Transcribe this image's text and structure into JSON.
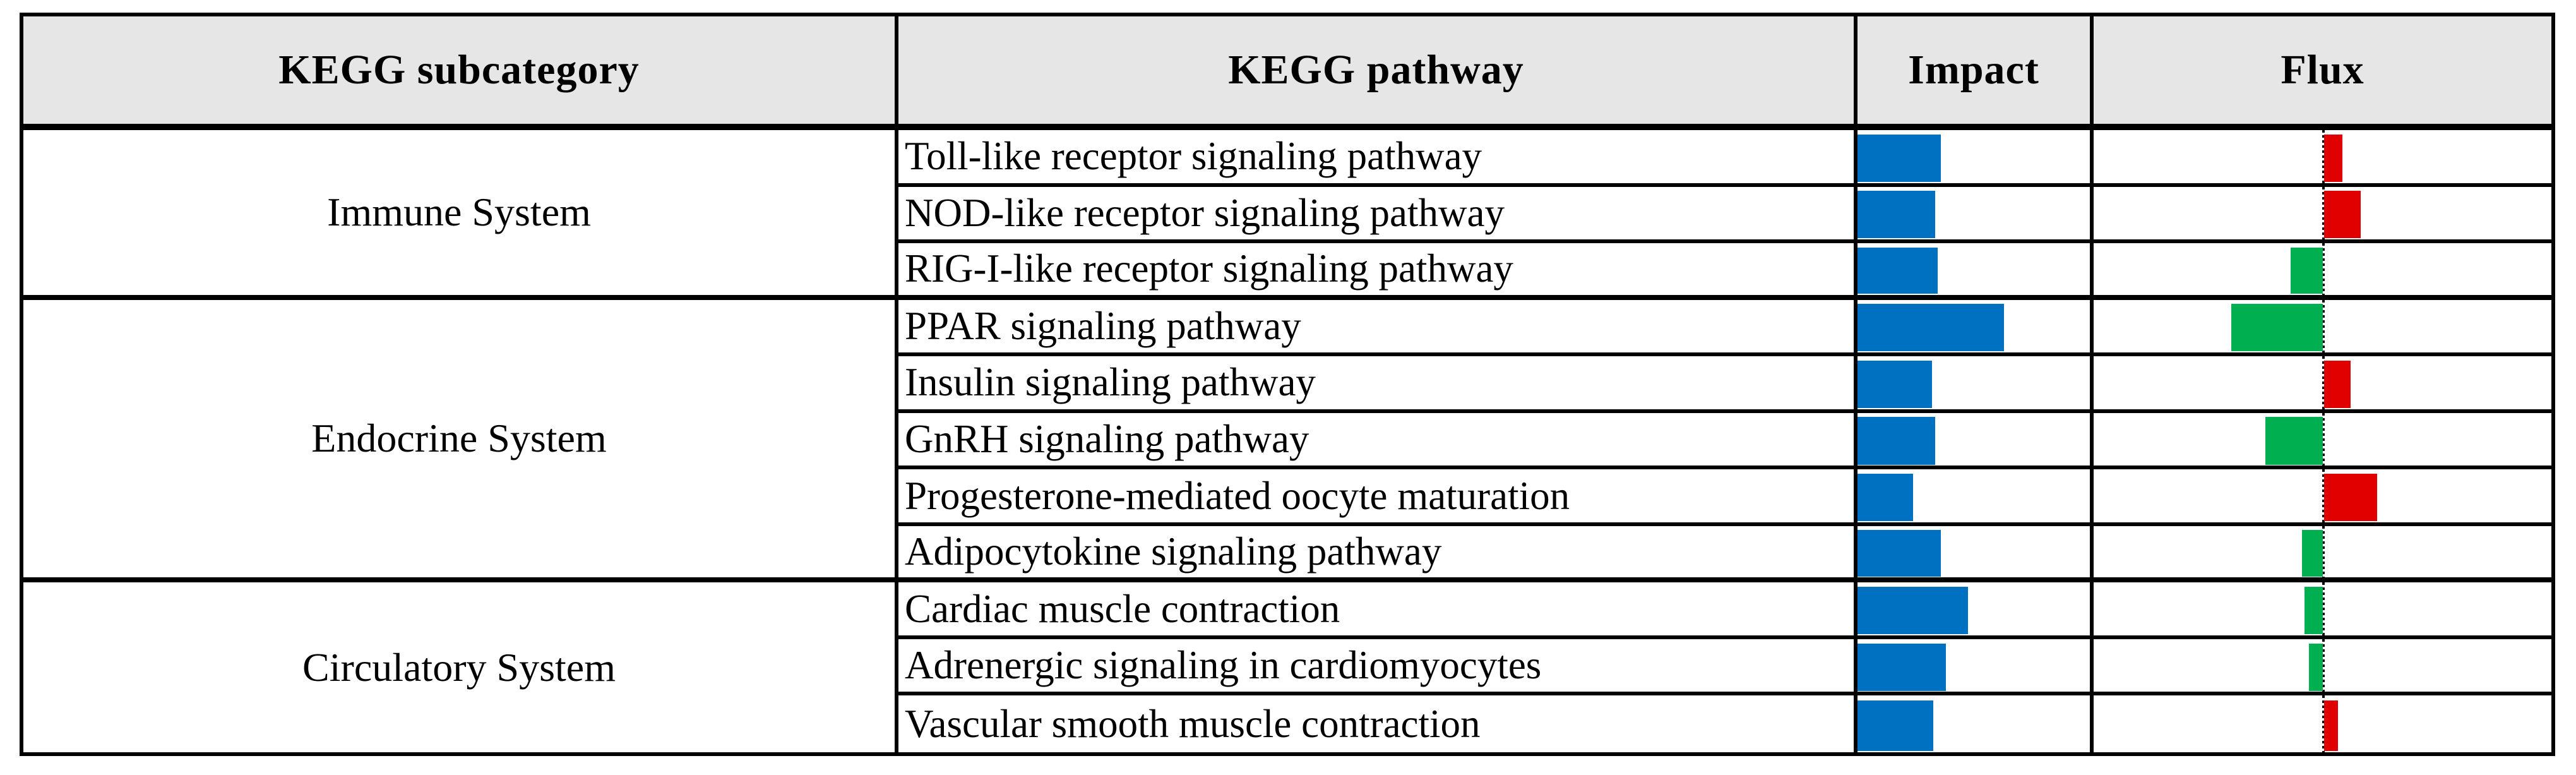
{
  "colors": {
    "impact_bar": "#0070C0",
    "flux_increase_bar": "#E00000",
    "flux_decrease_bar": "#00B050",
    "header_bg": "#E6E6E6",
    "border": "#000000"
  },
  "chart_data": {
    "type": "table",
    "title": "KEGG pathway impact and flux table",
    "columns": [
      "KEGG subcategory",
      "KEGG pathway",
      "Impact",
      "Flux"
    ],
    "legend_position": "none",
    "grid": "table borders, black",
    "flux_axis_note": "dotted zero line centered in Flux column; green bars extend left (decrease), red bars extend right (increase)",
    "impact_axis_note": "blue bars grow rightward from left edge of Impact column; values are % of column width",
    "groups": [
      {
        "label": "Immune System",
        "row_indices": [
          0,
          1,
          2
        ]
      },
      {
        "label": "Endocrine System",
        "row_indices": [
          3,
          4,
          5,
          6,
          7
        ]
      },
      {
        "label": "Circulatory System",
        "row_indices": [
          8,
          9,
          10
        ]
      }
    ],
    "rows": [
      {
        "subcategory": "Immune System",
        "pathway": "Toll-like receptor signaling pathway",
        "impact_pct": 36,
        "flux_pct": 8,
        "flux_direction": "increase"
      },
      {
        "subcategory": "Immune System",
        "pathway": "NOD-like receptor signaling pathway",
        "impact_pct": 33.5,
        "flux_pct": 16,
        "flux_direction": "increase"
      },
      {
        "subcategory": "Immune System",
        "pathway": "RIG-I-like receptor signaling pathway",
        "impact_pct": 34.5,
        "flux_pct": -14,
        "flux_direction": "decrease"
      },
      {
        "subcategory": "Endocrine System",
        "pathway": "PPAR signaling pathway",
        "impact_pct": 63,
        "flux_pct": -40,
        "flux_direction": "decrease"
      },
      {
        "subcategory": "Endocrine System",
        "pathway": "Insulin signaling pathway",
        "impact_pct": 32,
        "flux_pct": 11.5,
        "flux_direction": "increase"
      },
      {
        "subcategory": "Endocrine System",
        "pathway": "GnRH signaling pathway",
        "impact_pct": 33.5,
        "flux_pct": -25,
        "flux_direction": "decrease"
      },
      {
        "subcategory": "Endocrine System",
        "pathway": "Progesterone-mediated oocyte maturation",
        "impact_pct": 24,
        "flux_pct": 23,
        "flux_direction": "increase"
      },
      {
        "subcategory": "Endocrine System",
        "pathway": "Adipocytokine signaling pathway",
        "impact_pct": 36,
        "flux_pct": -9,
        "flux_direction": "decrease"
      },
      {
        "subcategory": "Circulatory System",
        "pathway": "Cardiac muscle contraction",
        "impact_pct": 47.5,
        "flux_pct": -8,
        "flux_direction": "decrease"
      },
      {
        "subcategory": "Circulatory System",
        "pathway": "Adrenergic signaling in cardiomyocytes",
        "impact_pct": 38,
        "flux_pct": -6,
        "flux_direction": "decrease"
      },
      {
        "subcategory": "Circulatory System",
        "pathway": "Vascular smooth muscle contraction",
        "impact_pct": 32.5,
        "flux_pct": 6,
        "flux_direction": "increase"
      }
    ]
  }
}
